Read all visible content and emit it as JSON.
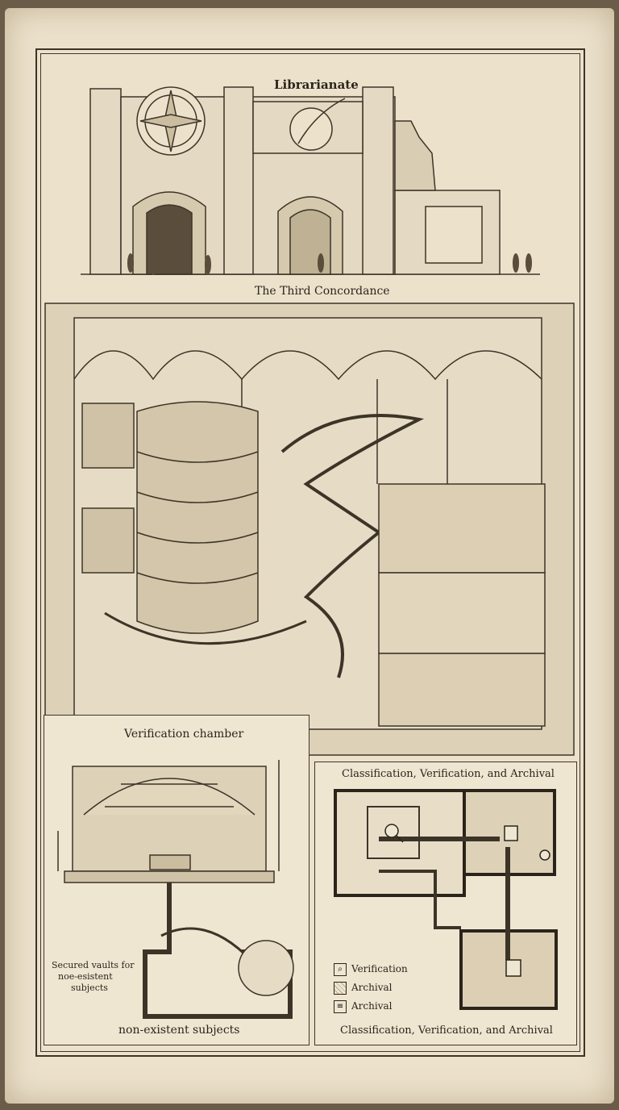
{
  "sections": {
    "facade": {
      "title": "Librarianate",
      "caption": "The Third Concordance"
    },
    "verification": {
      "title": "Verification chamber",
      "note_line1": "Secured vaults for",
      "note_line2": "noe-esistent",
      "note_line3": "subjects",
      "caption": "non-existent subjects"
    },
    "floorplan": {
      "title": "Classification, Verification, and Archival",
      "caption": "Classification, Verification, and Archival",
      "legend": [
        {
          "icon": "magnifier-icon",
          "label": "Verification"
        },
        {
          "icon": "archive-scroll-icon",
          "label": "Archival"
        },
        {
          "icon": "scroll-icon",
          "label": "Archival"
        }
      ]
    }
  },
  "colors": {
    "paper": "#ece2cc",
    "ink": "#2b241b",
    "frame": "#3d3428",
    "stone": "#d9cdb3"
  }
}
